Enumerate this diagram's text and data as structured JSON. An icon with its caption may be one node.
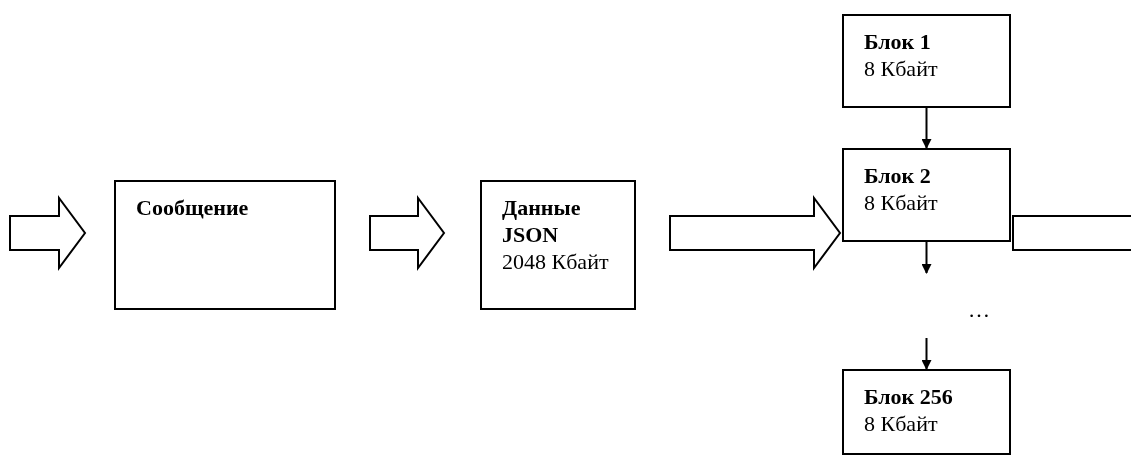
{
  "diagram": {
    "nodes": [
      {
        "text": [
          "Сообщение"
        ]
      },
      {
        "text": [
          "Данные JSON",
          "2048 Кбайт"
        ]
      },
      {
        "text": [
          "Блок 1",
          "8 Кбайт"
        ]
      },
      {
        "text": [
          "Блок 2",
          "8 Кбайт"
        ]
      },
      {
        "text": [
          "Блок 256",
          "8 Кбайт"
        ]
      }
    ],
    "edges": [
      {
        "from": null,
        "to": 0,
        "arrow": "to",
        "style": "thick"
      },
      {
        "from": 0,
        "to": 1,
        "arrow": "to",
        "style": "thick"
      },
      {
        "from": 1,
        "to": 3,
        "arrow": "to",
        "style": "thick"
      },
      {
        "from": 3,
        "to": null,
        "arrow": "to",
        "style": "thick"
      },
      {
        "from": 2,
        "to": 3,
        "arrow": "to"
      },
      {
        "from": 3,
        "to": null,
        "arrow": "to"
      },
      {
        "from": null,
        "to": 4,
        "arrow": "to"
      }
    ],
    "labels": [
      "…"
    ]
  }
}
